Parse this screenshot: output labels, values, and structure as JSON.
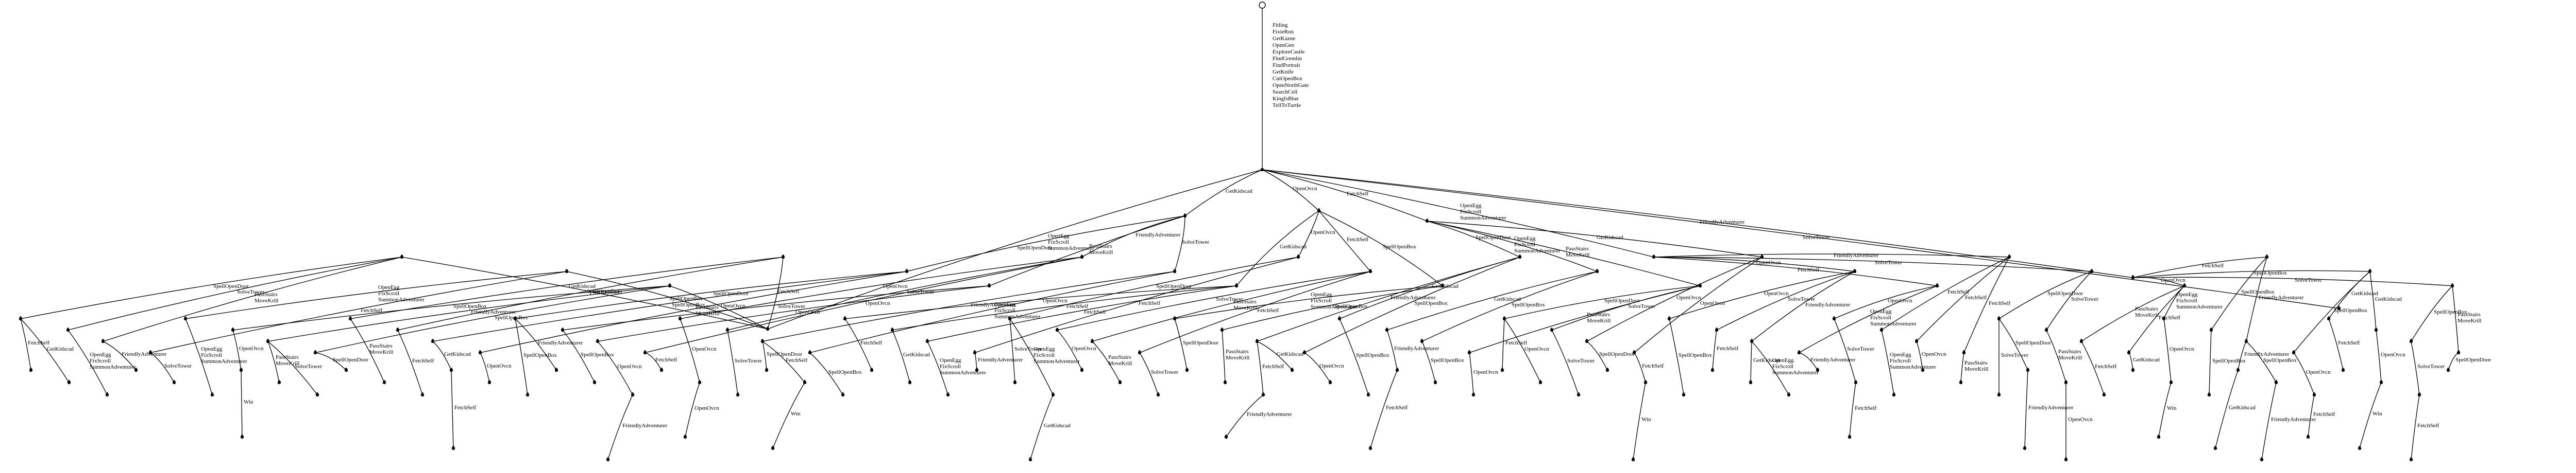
{
  "diagram": {
    "root_plan": [
      "Fitling",
      "FixieRon",
      "GetKazne",
      "OpenGen",
      "ExploreCastle",
      "FindGremlin",
      "FindPortrait",
      "GetKnife",
      "CutOpenBox",
      "OpenNorthGate",
      "SearchCell",
      "KingIsBlue",
      "TellToTurtle"
    ],
    "edge_labels": {
      "a": "GetKidscad",
      "b": "OpenOvcn",
      "c": "FetchSelf",
      "d": "OpenEgg\nFixScroll\nSummonAdventurer",
      "e": "SpellOpenDoor",
      "f": "SpellOpenBox",
      "g": "PassStairs\nMoveKrill",
      "h": "FriendlyAdventurer",
      "i": "SolveTower",
      "j": "Win"
    }
  }
}
